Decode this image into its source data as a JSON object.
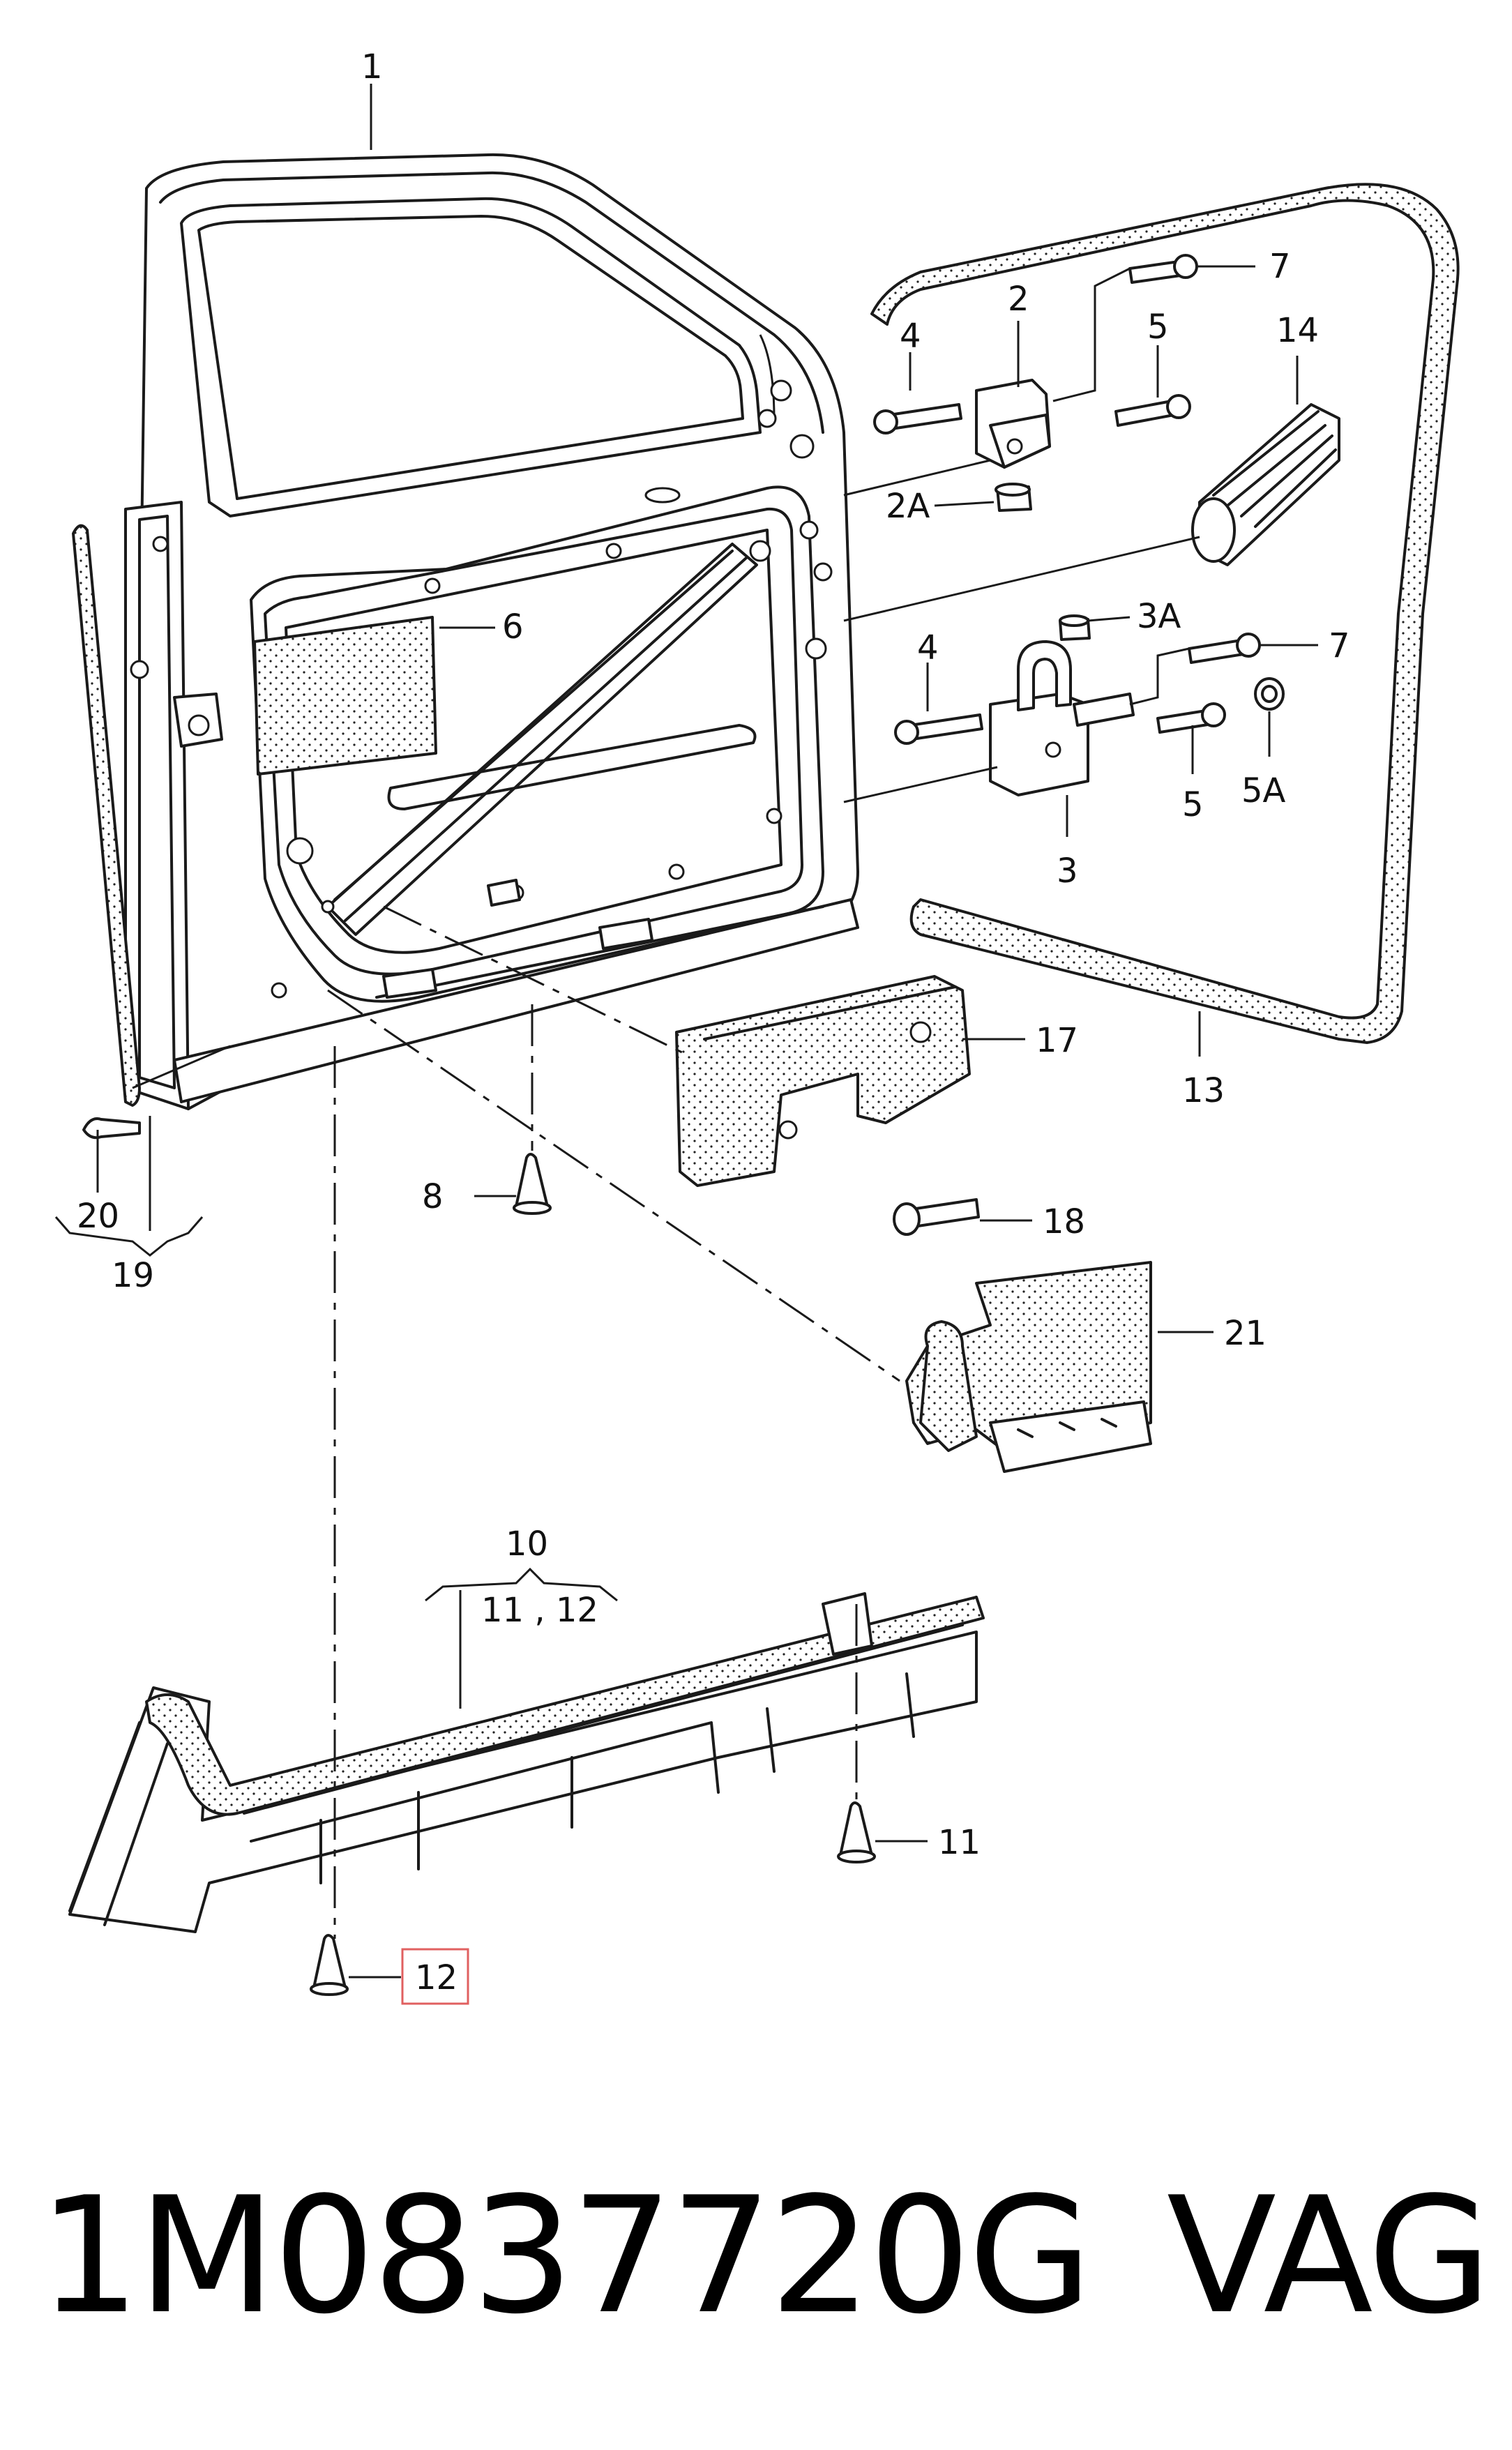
{
  "callouts": {
    "c1": "1",
    "c2": "2",
    "c2A": "2A",
    "c3": "3",
    "c3A": "3A",
    "c4a": "4",
    "c4b": "4",
    "c5a": "5",
    "c5b": "5",
    "c5A": "5A",
    "c6": "6",
    "c7a": "7",
    "c7b": "7",
    "c8": "8",
    "c10": "10",
    "c11_12": "11 , 12",
    "c11": "11",
    "c12": "12",
    "c13": "13",
    "c14": "14",
    "c17": "17",
    "c18": "18",
    "c19": "19",
    "c20": "20",
    "c21": "21"
  },
  "highlight_color": "#e06060",
  "caption": {
    "part_number": "1M0837720G",
    "brand": "VAG"
  }
}
